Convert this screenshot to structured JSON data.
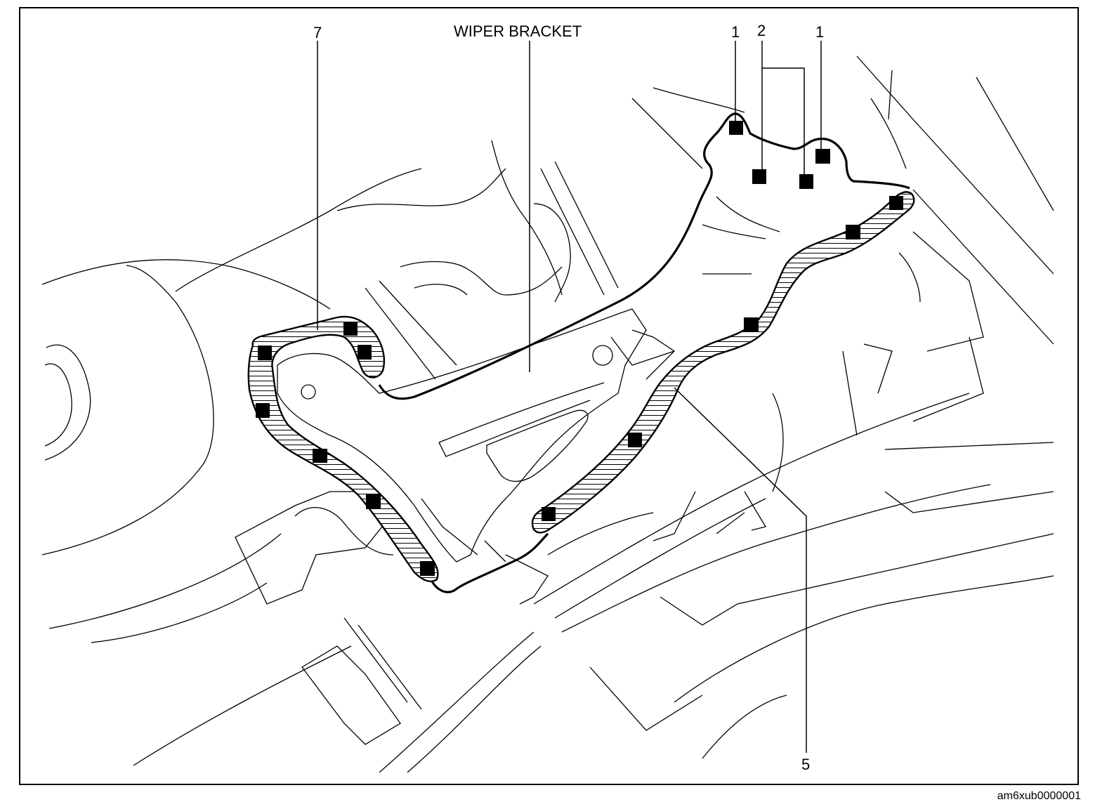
{
  "figure": {
    "labels": {
      "wiper_bracket": "WIPER BRACKET",
      "callout_1_left": "1",
      "callout_2": "2",
      "callout_1_right": "1",
      "callout_7": "7",
      "callout_5": "5"
    },
    "figure_code": "am6xub0000001"
  }
}
